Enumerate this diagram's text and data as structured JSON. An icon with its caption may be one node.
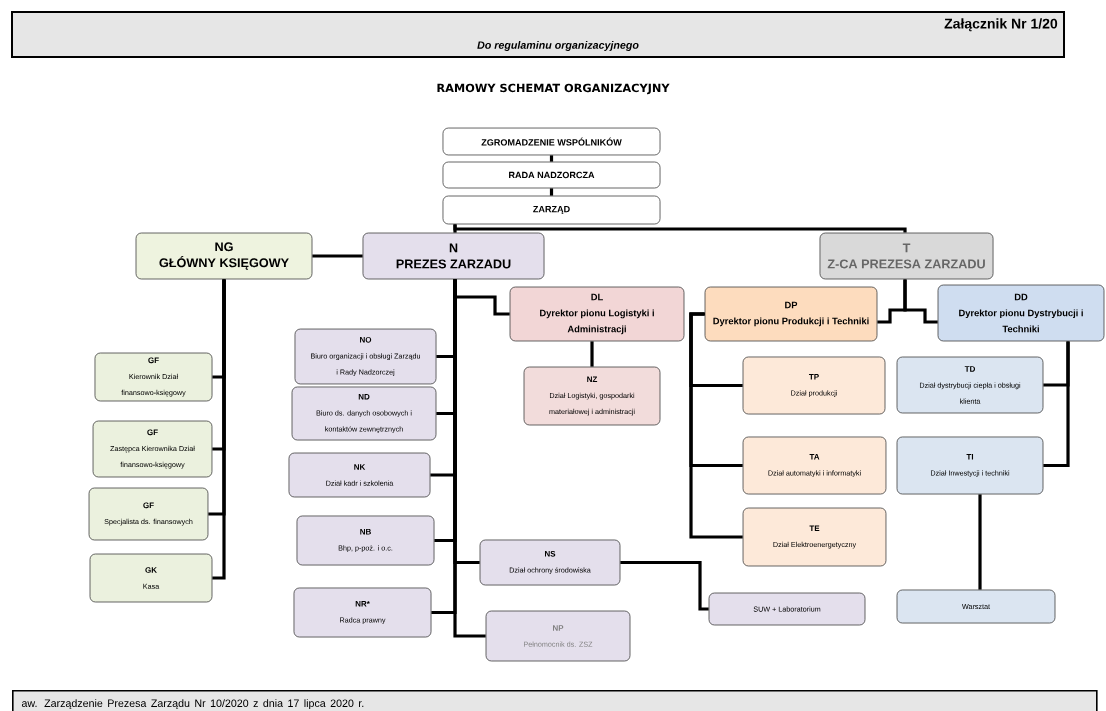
{
  "diagram": {
    "title": "RAMOWY SCHEMAT ORGANIZACYJNY",
    "nodes": [
      {
        "text": [
          "ZGROMADZENIE WSPÓLNIKÓW"
        ]
      },
      {
        "text": [
          "RADA NADZORCZA"
        ]
      },
      {
        "text": [
          "ZARZĄD"
        ]
      },
      {
        "text": [
          "NG",
          "GŁÓWNY KSIĘGOWY"
        ]
      },
      {
        "text": [
          "N",
          "PREZES ZARZADU"
        ]
      },
      {
        "text": [
          "T",
          "Z-CA PREZESA ZARZADU"
        ]
      },
      {
        "text": [
          "DL",
          "Dyrektor pionu Logistyki i Administracji"
        ]
      },
      {
        "text": [
          "DP",
          "Dyrektor pionu Produkcji i Techniki"
        ]
      },
      {
        "text": [
          "DD",
          "Dyrektor pionu Dystrybucji i Techniki"
        ]
      },
      {
        "text": [
          "NO",
          "Biuro organizacji i obsługi Zarządu i Rady Nadzorczej"
        ]
      },
      {
        "text": [
          "ND",
          "Biuro ds. danych osobowych i kontaktów zewnętrznych"
        ]
      },
      {
        "text": [
          "NK",
          "Dział kadr i szkolenia"
        ]
      },
      {
        "text": [
          "NB",
          "Bhp, p-poż. i o.c."
        ]
      },
      {
        "text": [
          "NR*",
          "Radca prawny"
        ]
      },
      {
        "text": [
          "NZ",
          "Dział Logistyki, gospodarki materiałowej i administracji"
        ]
      },
      {
        "text": [
          "NS",
          "Dział ochrony środowiska"
        ]
      },
      {
        "text": [
          "NP",
          "Pełnomocnik ds. ZSZ"
        ]
      },
      {
        "text": [
          "SUW + Laboratorium"
        ]
      },
      {
        "text": [
          "TP",
          "Dział produkcji"
        ]
      },
      {
        "text": [
          "TA",
          "Dział automatyki i informatyki"
        ]
      },
      {
        "text": [
          "TE",
          "Dział Elektroenergetyczny"
        ]
      },
      {
        "text": [
          "TD",
          "Dział dystrybucji ciepła i obsługi klienta"
        ]
      },
      {
        "text": [
          "TI",
          "Dział Inwestycji i techniki"
        ]
      },
      {
        "text": [
          "Warsztat"
        ]
      },
      {
        "text": [
          "GF",
          "Kierownik Dział finansowo-księgowy"
        ]
      },
      {
        "text": [
          "GF",
          "Zastępca Kierownika Dział finansowo-księgowy"
        ]
      },
      {
        "text": [
          "GF",
          "Specjalista ds. finansowych"
        ]
      },
      {
        "text": [
          "GK",
          "Kasa"
        ]
      }
    ],
    "edges": [
      {
        "from": 0,
        "to": 1,
        "arrow": "none"
      },
      {
        "from": 1,
        "to": 2,
        "arrow": "none"
      },
      {
        "from": 2,
        "to": 4,
        "arrow": "none"
      },
      {
        "from": 2,
        "to": 5,
        "arrow": "none"
      },
      {
        "from": 3,
        "to": 4,
        "arrow": "none"
      },
      {
        "from": 4,
        "to": 6,
        "arrow": "none"
      },
      {
        "from": 4,
        "to": 9,
        "arrow": "none"
      },
      {
        "from": 4,
        "to": 10,
        "arrow": "none"
      },
      {
        "from": 4,
        "to": 11,
        "arrow": "none"
      },
      {
        "from": 4,
        "to": 12,
        "arrow": "none"
      },
      {
        "from": 4,
        "to": 15,
        "arrow": "none"
      },
      {
        "from": 4,
        "to": 13,
        "arrow": "none"
      },
      {
        "from": 4,
        "to": 16,
        "arrow": "none"
      },
      {
        "from": 6,
        "to": 14,
        "arrow": "none"
      },
      {
        "from": 15,
        "to": 17,
        "arrow": "none"
      },
      {
        "from": 5,
        "to": 7,
        "arrow": "none"
      },
      {
        "from": 5,
        "to": 8,
        "arrow": "none"
      },
      {
        "from": 7,
        "to": 18,
        "arrow": "none"
      },
      {
        "from": 7,
        "to": 19,
        "arrow": "none"
      },
      {
        "from": 7,
        "to": 20,
        "arrow": "none"
      },
      {
        "from": 8,
        "to": 21,
        "arrow": "none"
      },
      {
        "from": 8,
        "to": 22,
        "arrow": "none"
      },
      {
        "from": 22,
        "to": 23,
        "arrow": "none"
      },
      {
        "from": 3,
        "to": 24,
        "arrow": "none"
      },
      {
        "from": 3,
        "to": 25,
        "arrow": "none"
      },
      {
        "from": 3,
        "to": 26,
        "arrow": "none"
      },
      {
        "from": 3,
        "to": 27,
        "arrow": "none"
      }
    ],
    "labels": [
      "Załącznik Nr 1/20",
      "Do regulaminu organizacyjnego",
      "aw. Zarządzenie Prezesa Zarządu Nr 10/2020 z dnia 17 lipca 2020 r."
    ]
  }
}
